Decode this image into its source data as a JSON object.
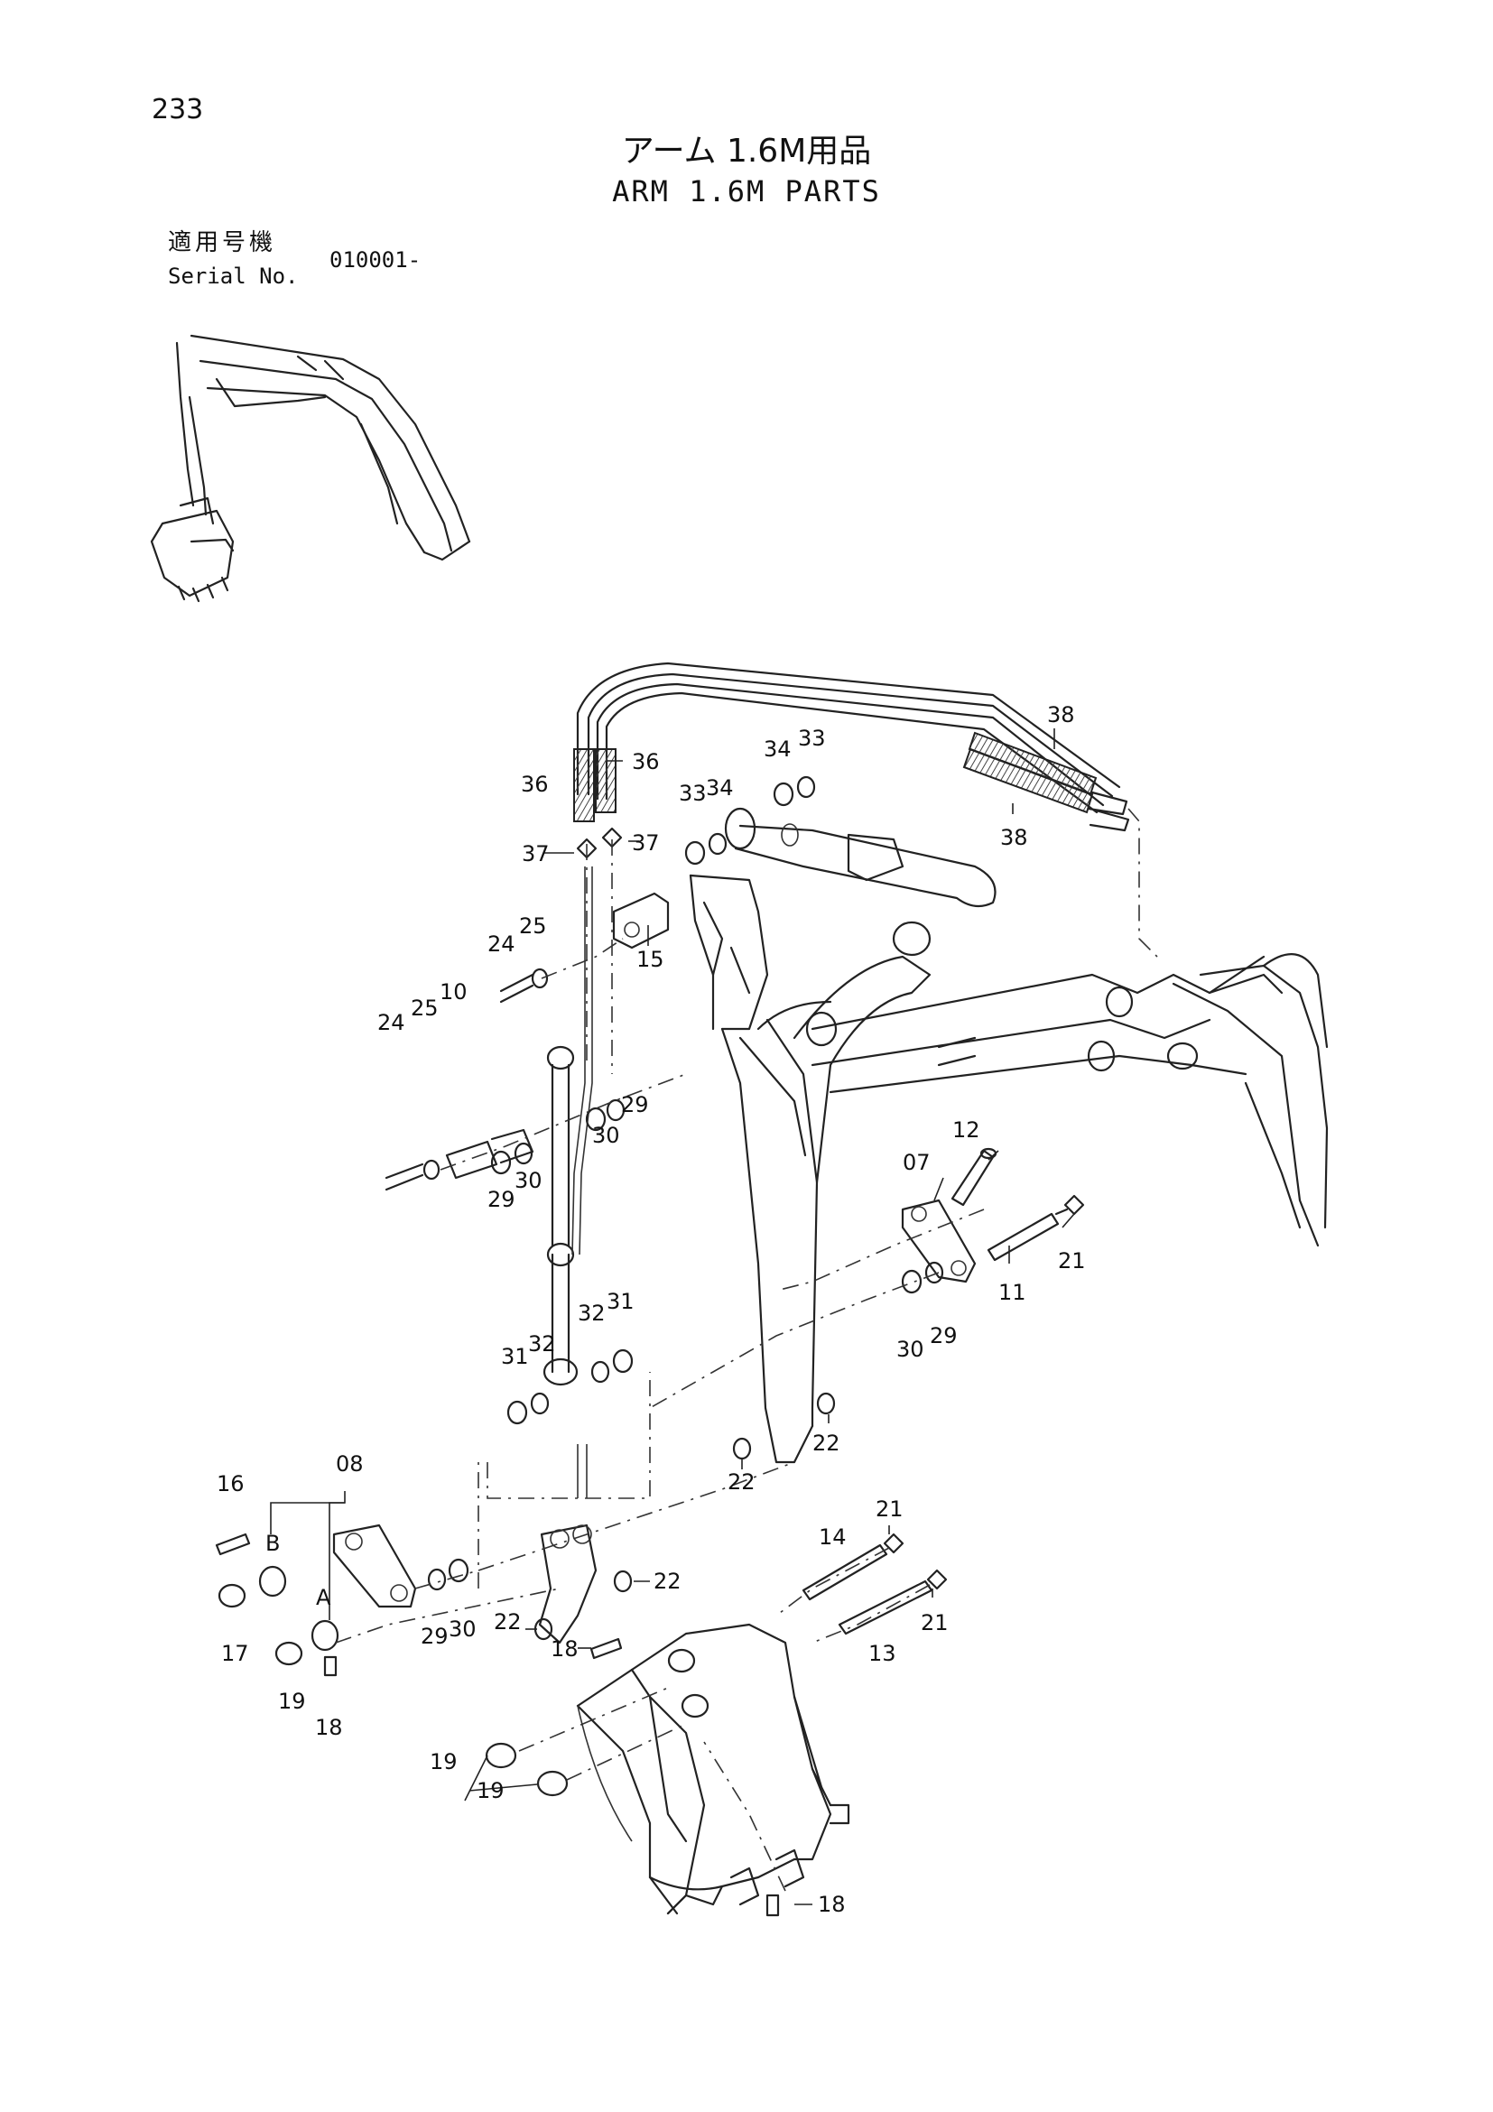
{
  "page_number": "233",
  "title_jp": "アーム 1.6M用品",
  "title_en": "ARM 1.6M PARTS",
  "serial": {
    "label_jp": "適用号機",
    "label_en": "Serial No.",
    "value": "010001-"
  },
  "callouts": {
    "c38a": "38",
    "c38b": "38",
    "c36a": "36",
    "c36b": "36",
    "c37a": "37",
    "c37b": "37",
    "c34a": "34",
    "c34b": "34",
    "c33a": "33",
    "c33b": "33",
    "c24a": "24",
    "c24b": "24",
    "c25a": "25",
    "c25b": "25",
    "c15": "15",
    "c10": "10",
    "c29a": "29",
    "c29b": "29",
    "c29c": "29",
    "c29d": "29",
    "c30a": "30",
    "c30b": "30",
    "c30c": "30",
    "c30d": "30",
    "c12": "12",
    "c07": "07",
    "c11": "11",
    "c21a": "21",
    "c21b": "21",
    "c21c": "21",
    "c31a": "31",
    "c31b": "31",
    "c32a": "32",
    "c32b": "32",
    "c22a": "22",
    "c22b": "22",
    "c22c": "22",
    "c22d": "22",
    "c08": "08",
    "c16": "16",
    "c17": "17",
    "c19a": "19",
    "c19b": "19",
    "c19c": "19",
    "c18a": "18",
    "c18b": "18",
    "c18c": "18",
    "c14": "14",
    "c13": "13",
    "lblB": "B",
    "lblA": "A"
  }
}
